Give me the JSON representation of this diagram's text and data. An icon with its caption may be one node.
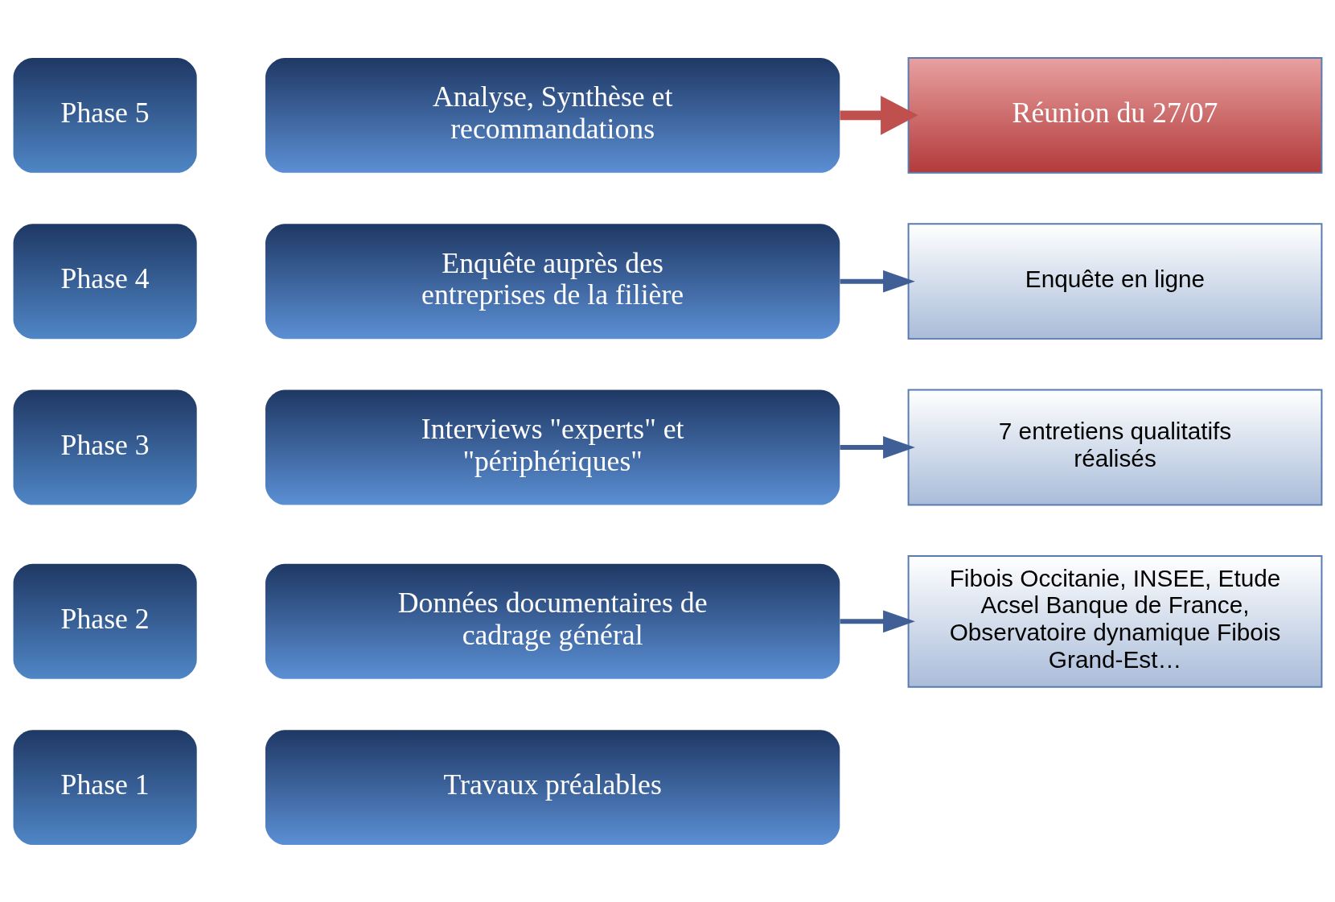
{
  "diagram": {
    "nodes": [
      {
        "text": [
          "Phase 1"
        ]
      },
      {
        "text": [
          "Travaux préalables"
        ]
      },
      {
        "text": [
          "Phase 2"
        ]
      },
      {
        "text": [
          "Données documentaires de cadrage général"
        ]
      },
      {
        "text": [
          "Fibois Occitanie, INSEE, Etude Acsel Banque de France, Observatoire dynamique Fibois Grand-Est…"
        ]
      },
      {
        "text": [
          "Phase 3"
        ]
      },
      {
        "text": [
          "Interviews \"experts\" et \"périphériques\""
        ]
      },
      {
        "text": [
          "7 entretiens qualitatifs réalisés"
        ]
      },
      {
        "text": [
          "Phase 4"
        ]
      },
      {
        "text": [
          "Enquête auprès des entreprises de la filière"
        ]
      },
      {
        "text": [
          "Enquête en ligne"
        ]
      },
      {
        "text": [
          "Phase 5"
        ]
      },
      {
        "text": [
          "Analyse, Synthèse et recommandations"
        ]
      },
      {
        "text": [
          "Réunion du 27/07"
        ]
      }
    ],
    "edges": [
      {
        "from": 3,
        "to": 4,
        "arrow": "to"
      },
      {
        "from": 6,
        "to": 7,
        "arrow": "to"
      },
      {
        "from": 9,
        "to": 10,
        "arrow": "to"
      },
      {
        "from": 12,
        "to": 13,
        "arrow": "to",
        "style": "thick",
        "color": "#c0504d"
      }
    ]
  }
}
